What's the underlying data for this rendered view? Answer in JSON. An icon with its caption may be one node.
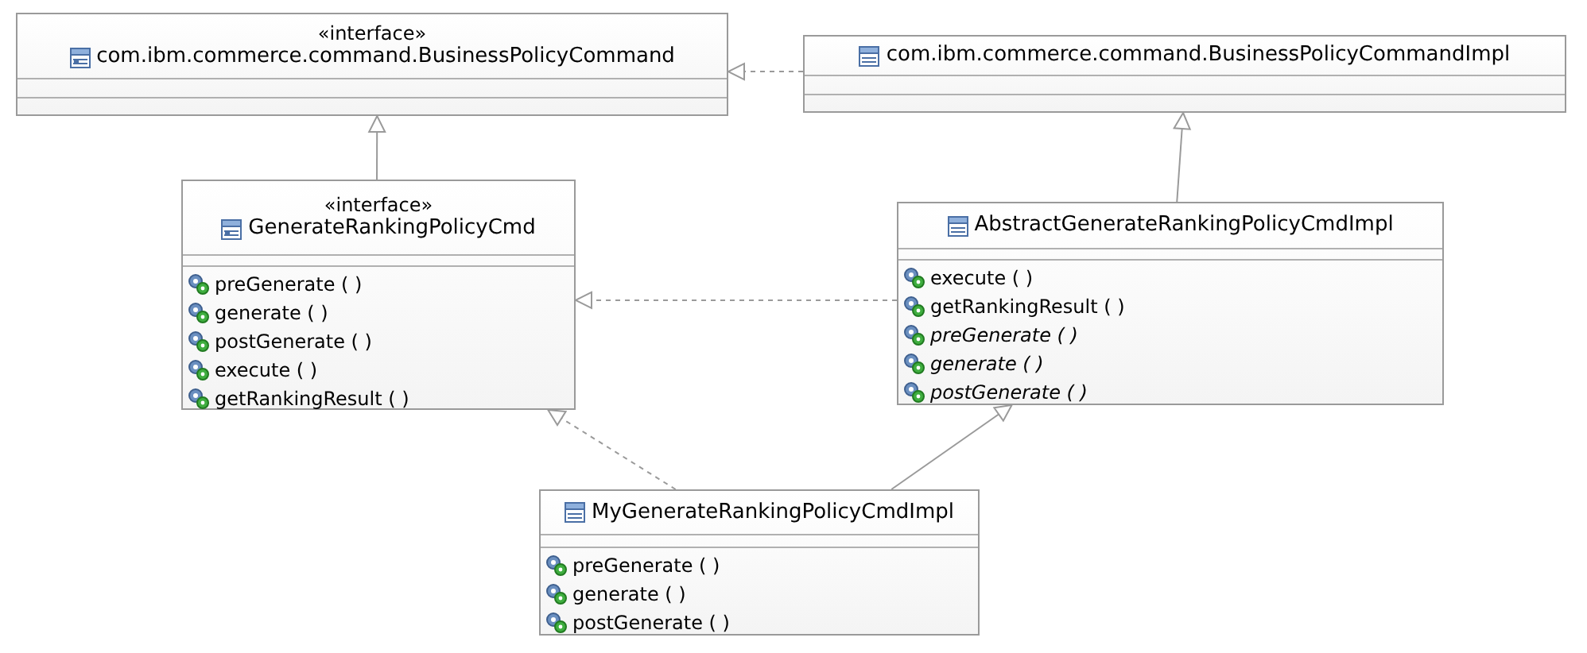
{
  "diagram": {
    "nodes": [
      {
        "text": [
          "«interface»",
          "com.ibm.commerce.command.BusinessPolicyCommand"
        ]
      },
      {
        "text": [
          "com.ibm.commerce.command.BusinessPolicyCommandImpl"
        ]
      },
      {
        "text": [
          "«interface»",
          "GenerateRankingPolicyCmd",
          "preGenerate ( )",
          "generate ( )",
          "postGenerate ( )",
          "execute ( )",
          "getRankingResult ( )"
        ]
      },
      {
        "text": [
          "AbstractGenerateRankingPolicyCmdImpl",
          "execute ( )",
          "getRankingResult ( )",
          "*preGenerate ( )*",
          "*generate ( )*",
          "*postGenerate ( )*"
        ]
      },
      {
        "text": [
          "MyGenerateRankingPolicyCmdImpl",
          "preGenerate ( )",
          "generate ( )",
          "postGenerate ( )"
        ]
      }
    ],
    "edges": [
      {
        "from": 1,
        "to": 0,
        "arrow": "to",
        "style": "dashed"
      },
      {
        "from": 2,
        "to": 0,
        "arrow": "to"
      },
      {
        "from": 3,
        "to": 1,
        "arrow": "to"
      },
      {
        "from": 3,
        "to": 2,
        "arrow": "to",
        "style": "dashed"
      },
      {
        "from": 4,
        "to": 2,
        "arrow": "to",
        "style": "dashed"
      },
      {
        "from": 4,
        "to": 3,
        "arrow": "to"
      }
    ]
  }
}
